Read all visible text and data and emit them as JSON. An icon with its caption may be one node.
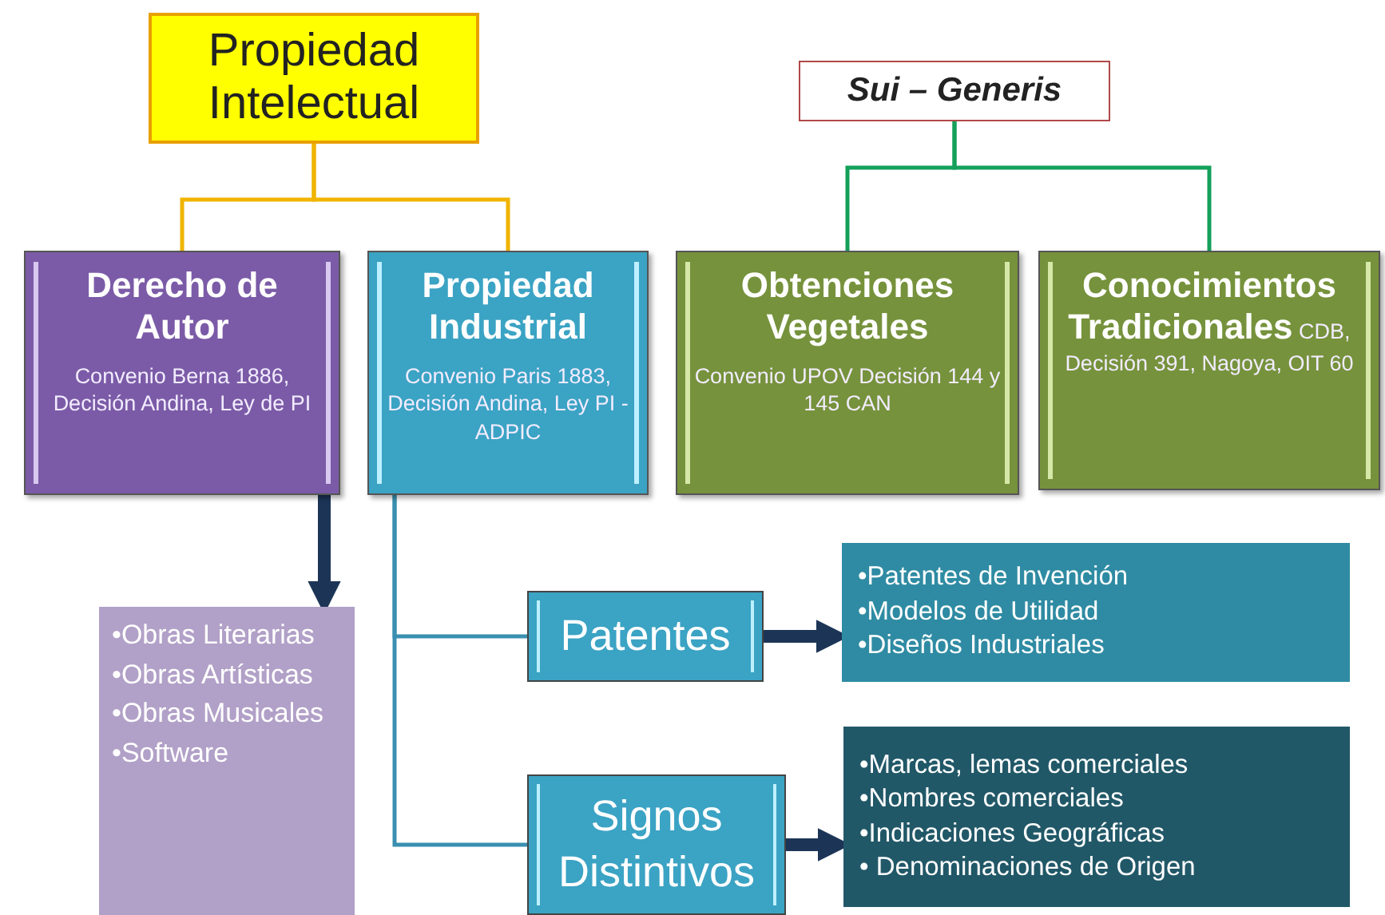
{
  "diagram": {
    "nodes": [
      {
        "text": [
          "Propiedad Intelectual"
        ]
      },
      {
        "text": [
          "Sui – Generis"
        ]
      },
      {
        "text": [
          "Derecho de Autor",
          "Convenio Berna 1886, Decisión Andina, Ley de PI"
        ]
      },
      {
        "text": [
          "Propiedad Industrial",
          "Convenio Paris 1883, Decisión Andina, Ley PI - ADPIC"
        ]
      },
      {
        "text": [
          "Obtenciones Vegetales",
          "Convenio UPOV Decisión 144 y 145 CAN"
        ]
      },
      {
        "text": [
          "Conocimientos Tradicionales",
          "CDB, Decisión 391, Nagoya, OIT 60"
        ]
      },
      {
        "text": [
          "•Obras Literarias",
          "•Obras Artísticas",
          "•Obras Musicales",
          "•Software"
        ]
      },
      {
        "text": [
          "Patentes"
        ]
      },
      {
        "text": [
          "•Patentes de Invención",
          "•Modelos de Utilidad",
          "•Diseños Industriales"
        ]
      },
      {
        "text": [
          "Signos Distintivos"
        ]
      },
      {
        "text": [
          "•Marcas, lemas comerciales",
          "•Nombres comerciales",
          "•Indicaciones Geográficas",
          "• Denominaciones de Origen"
        ]
      }
    ],
    "edges": [
      {
        "from": 0,
        "to": 2,
        "arrow": "none",
        "color": "#f0b400"
      },
      {
        "from": 0,
        "to": 3,
        "arrow": "none",
        "color": "#f0b400"
      },
      {
        "from": 1,
        "to": 4,
        "arrow": "none",
        "color": "#14a05a"
      },
      {
        "from": 1,
        "to": 5,
        "arrow": "none",
        "color": "#14a05a"
      },
      {
        "from": 2,
        "to": 6,
        "arrow": "to",
        "style": "thick",
        "color": "#1c3557"
      },
      {
        "from": 3,
        "to": 7,
        "arrow": "none",
        "color": "#3a8fb0"
      },
      {
        "from": 3,
        "to": 9,
        "arrow": "none",
        "color": "#3a8fb0"
      },
      {
        "from": 7,
        "to": 8,
        "arrow": "to",
        "style": "thick",
        "color": "#1c3557"
      },
      {
        "from": 9,
        "to": 10,
        "arrow": "to",
        "style": "thick",
        "color": "#1c3557"
      }
    ]
  }
}
